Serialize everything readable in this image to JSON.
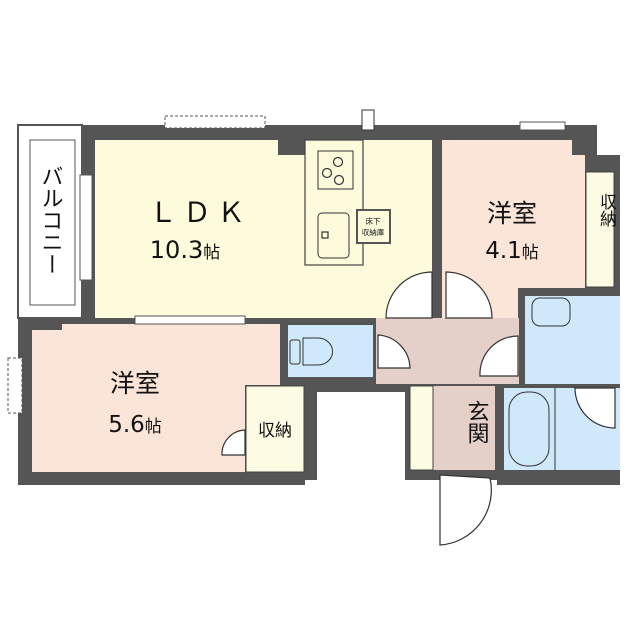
{
  "colors": {
    "wall": "#555555",
    "ldk": "#fdfbdc",
    "western_room": "#fbe5d8",
    "wet_area": "#cfe8fa",
    "hallway": "#e4cfc9",
    "storage": "#fdfbe3"
  },
  "rooms": {
    "ldk": {
      "name": "ＬＤＫ",
      "size": "10.3",
      "unit": "帖"
    },
    "western1": {
      "name": "洋室",
      "size": "4.1",
      "unit": "帖"
    },
    "western2": {
      "name": "洋室",
      "size": "5.6",
      "unit": "帖"
    },
    "closet1": {
      "name": "収納"
    },
    "closet2": {
      "name": "収納"
    },
    "balcony": {
      "name": "バルコニー"
    },
    "entrance": {
      "name": "玄関"
    },
    "underfloor_storage": {
      "line1": "床下",
      "line2": "収納庫"
    }
  }
}
